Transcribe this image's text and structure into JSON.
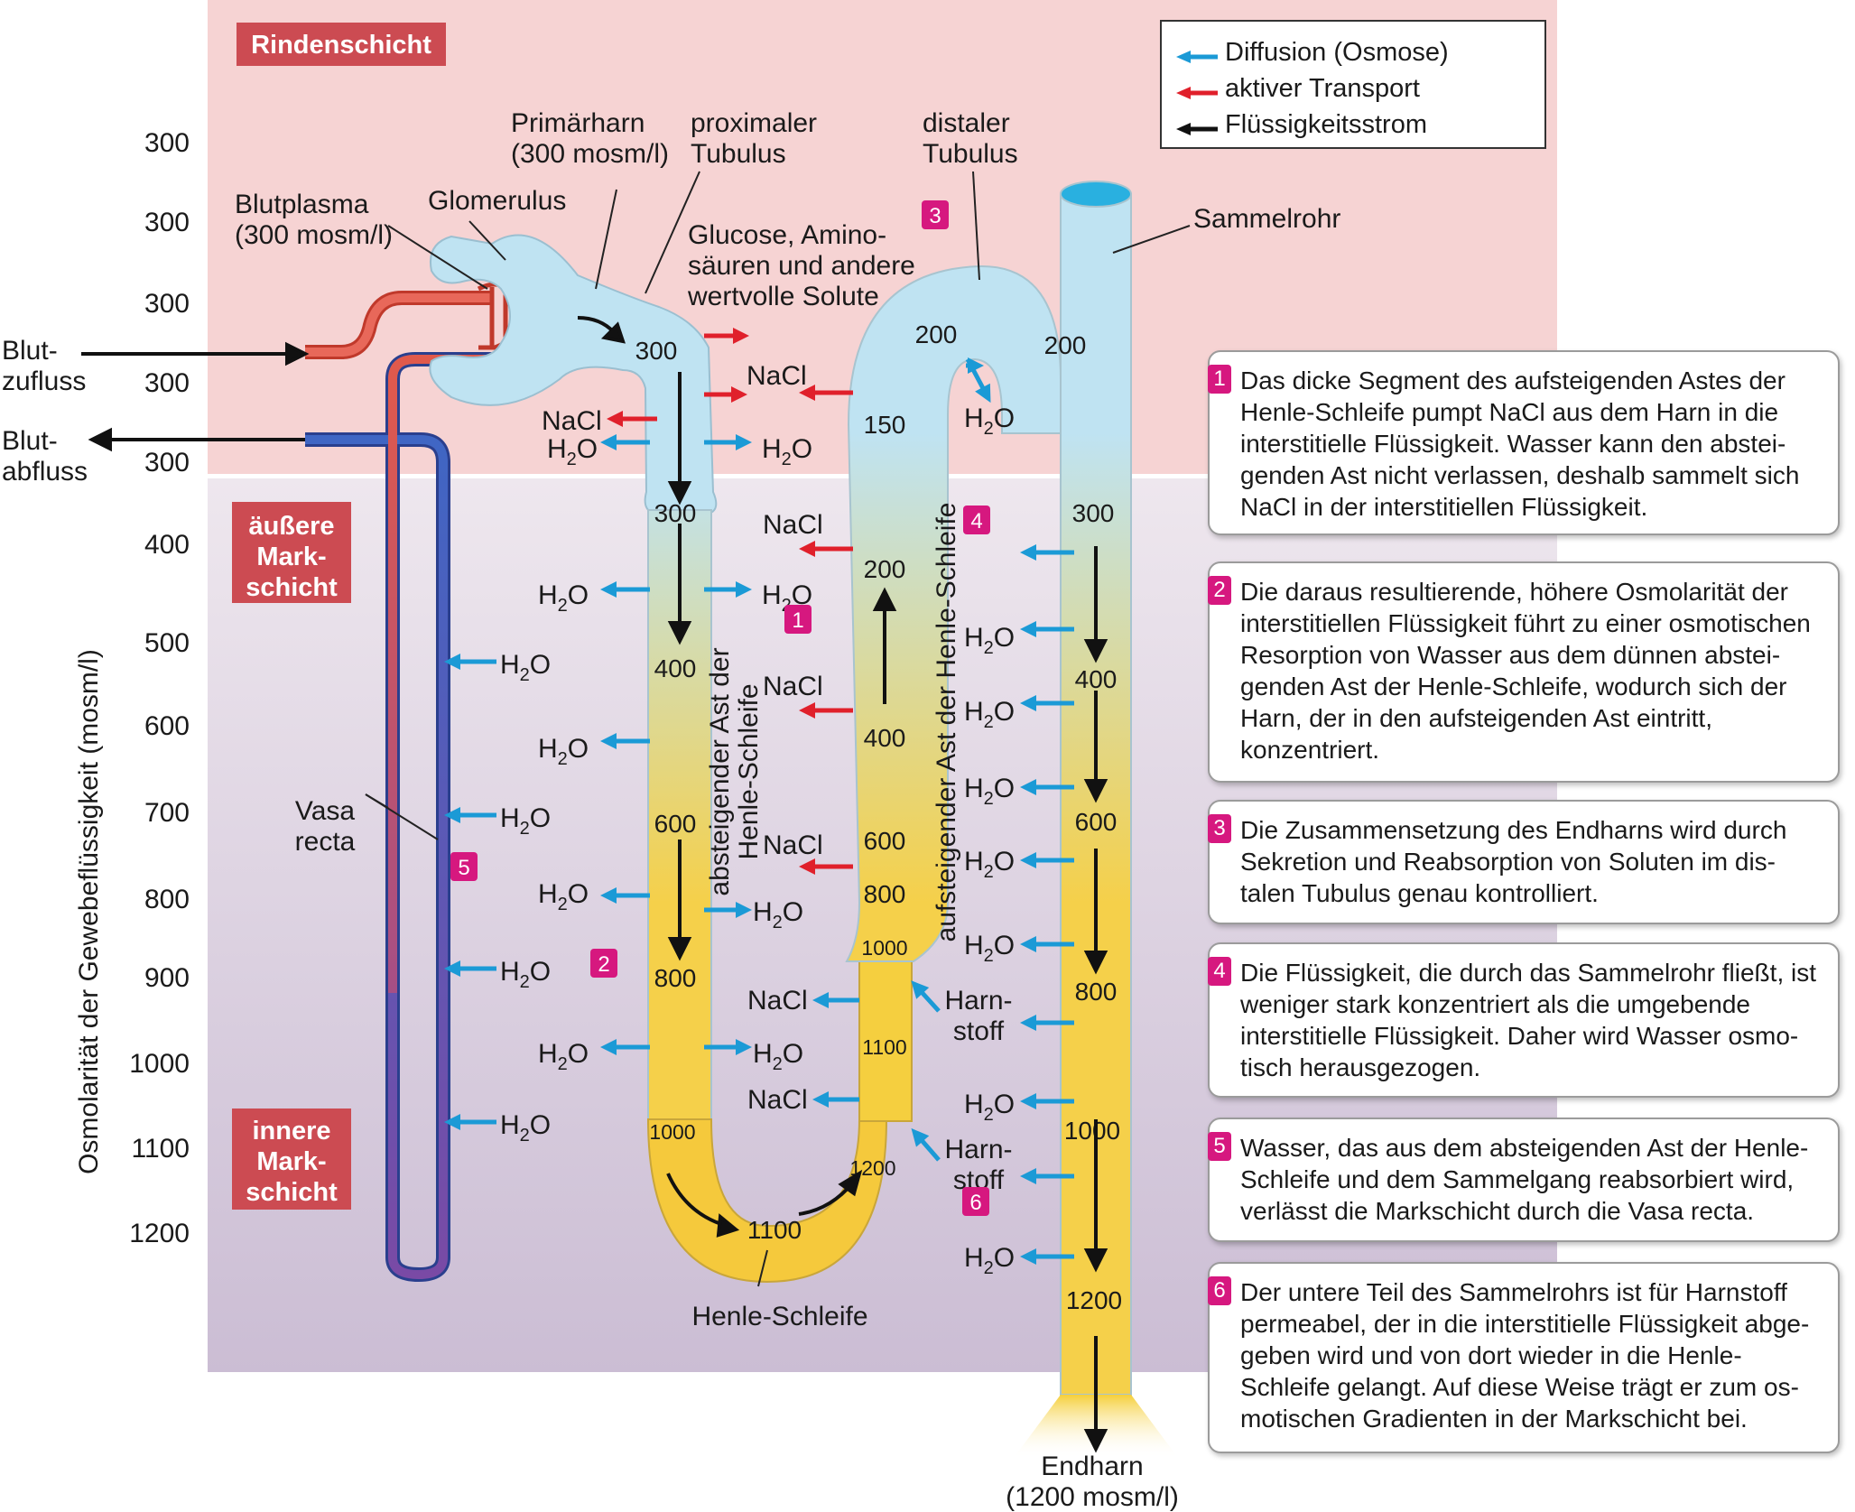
{
  "zones": {
    "cortex": "Rindenschicht",
    "outer_medulla": "äußere Mark-schicht",
    "inner_medulla": "innere Mark-schicht"
  },
  "y_axis": {
    "label": "Osmolarität der Gewebeflüssigkeit (mosm/l)",
    "ticks": [
      "300",
      "300",
      "300",
      "300",
      "300",
      "400",
      "500",
      "600",
      "700",
      "800",
      "900",
      "1000",
      "1100",
      "1200"
    ]
  },
  "legend": [
    {
      "label": "Diffusion (Osmose)",
      "color": "#1b9ad6"
    },
    {
      "label": "aktiver Transport",
      "color": "#e0202b"
    },
    {
      "label": "Flüssigkeitsstrom",
      "color": "#111111"
    }
  ],
  "labels": {
    "blut_zufluss": "Blut-zufluss",
    "blut_abfluss": "Blut-abfluss",
    "blutplasma": "Blutplasma (300 mosm/l)",
    "glomerulus": "Glomerulus",
    "primaerharn": "Primärharn (300 mosm/l)",
    "proximaler_tubulus": "proximaler Tubulus",
    "distaler_tubulus": "distaler Tubulus",
    "sammelrohr": "Sammelrohr",
    "glucose": "Glucose, Amino- säuren und andere wertvolle Solute",
    "vasa_recta": "Vasa recta",
    "henle_schleife": "Henle-Schleife",
    "endharn": "Endharn (1200 mosm/l)",
    "absteigend": "absteigender Ast der Henle-Schleife",
    "aufsteigend": "aufsteigender Ast der Henle-Schleife",
    "harnstoff": "Harn- stoff",
    "nacl": "NaCl",
    "h2o": "H2O"
  },
  "values": {
    "descending": [
      "300",
      "300",
      "400",
      "600",
      "800",
      "1000"
    ],
    "ascending": [
      "150",
      "200",
      "400",
      "600",
      "800",
      "1000",
      "1100",
      "1200"
    ],
    "bend": "1100",
    "distal": "200",
    "collecting": [
      "200",
      "300",
      "400",
      "600",
      "800",
      "1000",
      "1200"
    ]
  },
  "badges": [
    "1",
    "2",
    "3",
    "4",
    "5",
    "6"
  ],
  "notes": [
    {
      "n": "1",
      "text": "Das dicke Segment des aufsteigenden Astes der Henle-Schleife pumpt NaCl aus dem Harn in die interstitielle Flüssigkeit. Wasser kann den abstei-genden Ast nicht verlassen, deshalb sammelt sich NaCl in der interstitiellen Flüssigkeit."
    },
    {
      "n": "2",
      "text": "Die daraus resultierende, höhere Osmolarität der interstitiellen Flüssigkeit führt zu einer osmotischen Resorption von Wasser aus dem dünnen abstei-genden Ast der Henle-Schleife, wodurch sich der Harn, der in den aufsteigenden Ast eintritt, konzentriert."
    },
    {
      "n": "3",
      "text": "Die Zusammensetzung des Endharns wird durch Sekretion und Reabsorption von Soluten im dis-talen Tubulus genau kontrolliert."
    },
    {
      "n": "4",
      "text": "Die Flüssigkeit, die durch das Sammelrohr fließt, ist weniger stark konzentriert als die umgebende interstitielle Flüssigkeit. Daher wird Wasser osmo-tisch herausgezogen."
    },
    {
      "n": "5",
      "text": "Wasser, das aus dem absteigenden Ast der Henle-Schleife und dem Sammelgang reabsorbiert wird, verlässt die Markschicht durch die Vasa recta."
    },
    {
      "n": "6",
      "text": "Der untere Teil des Sammelrohrs ist für Harnstoff permeabel, der in die interstitielle Flüssigkeit abge-geben wird und von dort wieder in die Henle-Schleife gelangt. Auf diese Weise trägt er zum os-motischen Gradienten in der Markschicht bei."
    }
  ]
}
